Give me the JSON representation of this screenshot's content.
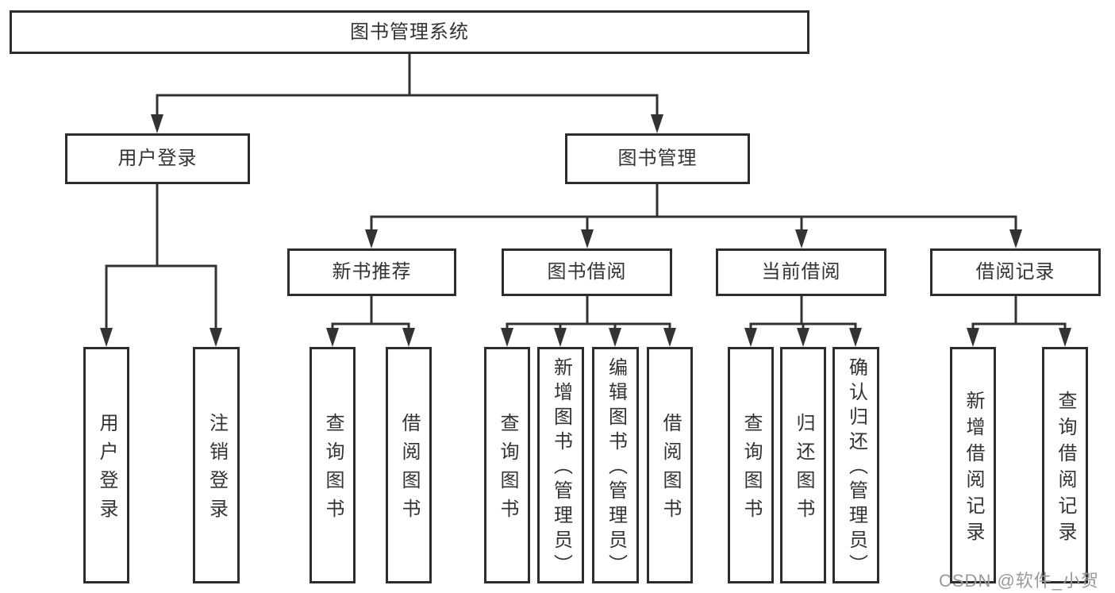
{
  "tree": {
    "root": {
      "label": "图书管理系统",
      "children": [
        {
          "label": "用户登录",
          "children": [
            {
              "label": "用户登录"
            },
            {
              "label": "注销登录"
            }
          ]
        },
        {
          "label": "图书管理",
          "children": [
            {
              "label": "新书推荐",
              "children": [
                {
                  "label": "查询图书"
                },
                {
                  "label": "借阅图书"
                }
              ]
            },
            {
              "label": "图书借阅",
              "children": [
                {
                  "label": "查询图书"
                },
                {
                  "label": "新增图书（管理员）"
                },
                {
                  "label": "编辑图书（管理员）"
                },
                {
                  "label": "借阅图书"
                }
              ]
            },
            {
              "label": "当前借阅",
              "children": [
                {
                  "label": "查询图书"
                },
                {
                  "label": "归还图书"
                },
                {
                  "label": "确认归还（管理员）"
                }
              ]
            },
            {
              "label": "借阅记录",
              "children": [
                {
                  "label": "新增借阅记录"
                },
                {
                  "label": "查询借阅记录"
                }
              ]
            }
          ]
        }
      ]
    }
  },
  "watermark": {
    "text": "CSDN @软件_小贺同学"
  },
  "colors": {
    "line": "#333333",
    "border": "#2d2d2d",
    "text": "#333333",
    "watermark": "#9a9a9a"
  }
}
